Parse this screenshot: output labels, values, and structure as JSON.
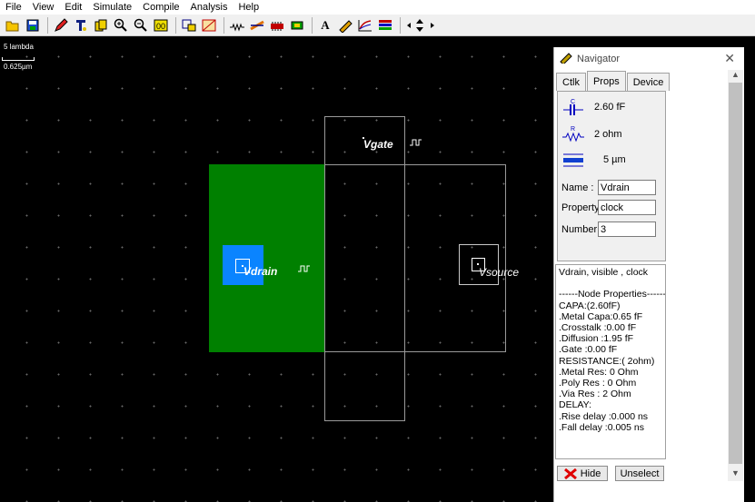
{
  "menu": [
    "File",
    "View",
    "Edit",
    "Simulate",
    "Compile",
    "Analysis",
    "Help"
  ],
  "toolbar": {
    "icons": [
      "open-icon",
      "save-icon",
      "pencil-icon",
      "arrow-icon",
      "copy-icon",
      "zoom-in-icon",
      "zoom-out-icon",
      "fit-icon",
      "cell-icon",
      "cell2-icon",
      "resistor-icon",
      "wire-icon",
      "chip-icon",
      "chip2-icon",
      "text-icon",
      "ruler-icon",
      "chart-icon",
      "stack-icon",
      "nav-arrows-icon"
    ],
    "text_glyph": "A"
  },
  "canvas": {
    "scale_label": "5 lambda",
    "scale_value": "0.625µm",
    "nodes": {
      "gate": "Vgate",
      "drain": "Vdrain",
      "source": "Vsource"
    },
    "colors": {
      "diffusion": "#008000",
      "contact": "#0a84ff",
      "poly_outline": "#9a9a9a"
    }
  },
  "navigator": {
    "title": "Navigator",
    "tabs": [
      "Ctlk",
      "Props",
      "Device"
    ],
    "active_tab": "Props",
    "capacitance": "2.60 fF",
    "resistance": "2 ohm",
    "length": "5 µm",
    "name_label": "Name :",
    "name_value": "Vdrain",
    "property_label": "Property",
    "property_value": "clock",
    "number_label": "Number",
    "number_value": "3",
    "info_lines": [
      "Vdrain, visible , clock",
      "",
      "------Node Properties------",
      "CAPA:(2.60fF)",
      ".Metal Capa:0.65 fF",
      ".Crosstalk :0.00 fF",
      ".Diffusion :1.95 fF",
      ".Gate :0.00 fF",
      "RESISTANCE:( 2ohm)",
      ".Metal Res: 0 Ohm",
      ".Poly Res  : 0 Ohm",
      ".Via Res  : 2 Ohm",
      "DELAY:",
      ".Rise delay :0.000 ns",
      ".Fall delay :0.005 ns"
    ],
    "hide_button": "Hide",
    "unselect_button": "Unselect"
  }
}
